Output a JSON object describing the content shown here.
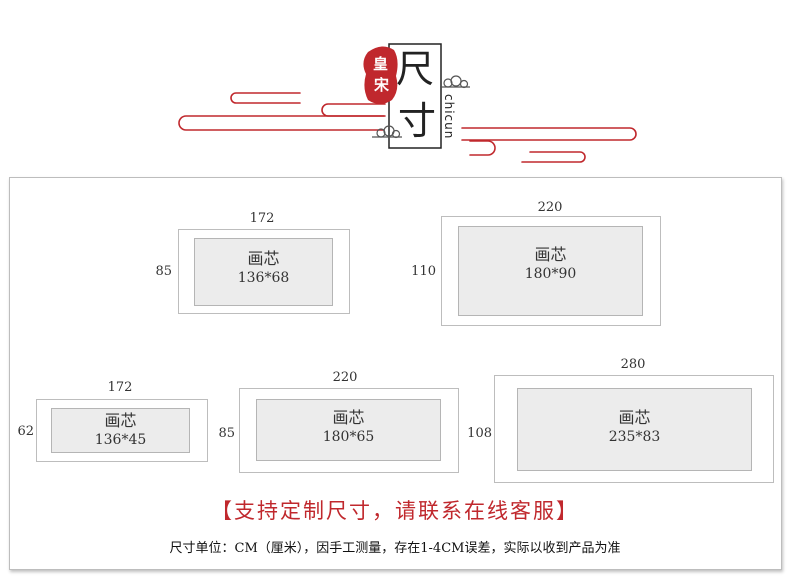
{
  "header": {
    "seal_chars": [
      "皇",
      "宋"
    ],
    "title_chars": [
      "尺",
      "寸"
    ],
    "pinyin": "chicun",
    "accent_color": "#c0282d"
  },
  "frames": [
    {
      "width_label": "172",
      "height_label": "85",
      "core_label": "画芯",
      "core_size": "136*68"
    },
    {
      "width_label": "220",
      "height_label": "110",
      "core_label": "画芯",
      "core_size": "180*90"
    },
    {
      "width_label": "172",
      "height_label": "62",
      "core_label": "画芯",
      "core_size": "136*45"
    },
    {
      "width_label": "220",
      "height_label": "85",
      "core_label": "画芯",
      "core_size": "180*65"
    },
    {
      "width_label": "280",
      "height_label": "108",
      "core_label": "画芯",
      "core_size": "235*83"
    }
  ],
  "notes": {
    "custom": "【支持定制尺寸，请联系在线客服】",
    "unit": "尺寸单位：CM（厘米），因手工测量，存在1-4CM误差，实际以收到产品为准"
  }
}
